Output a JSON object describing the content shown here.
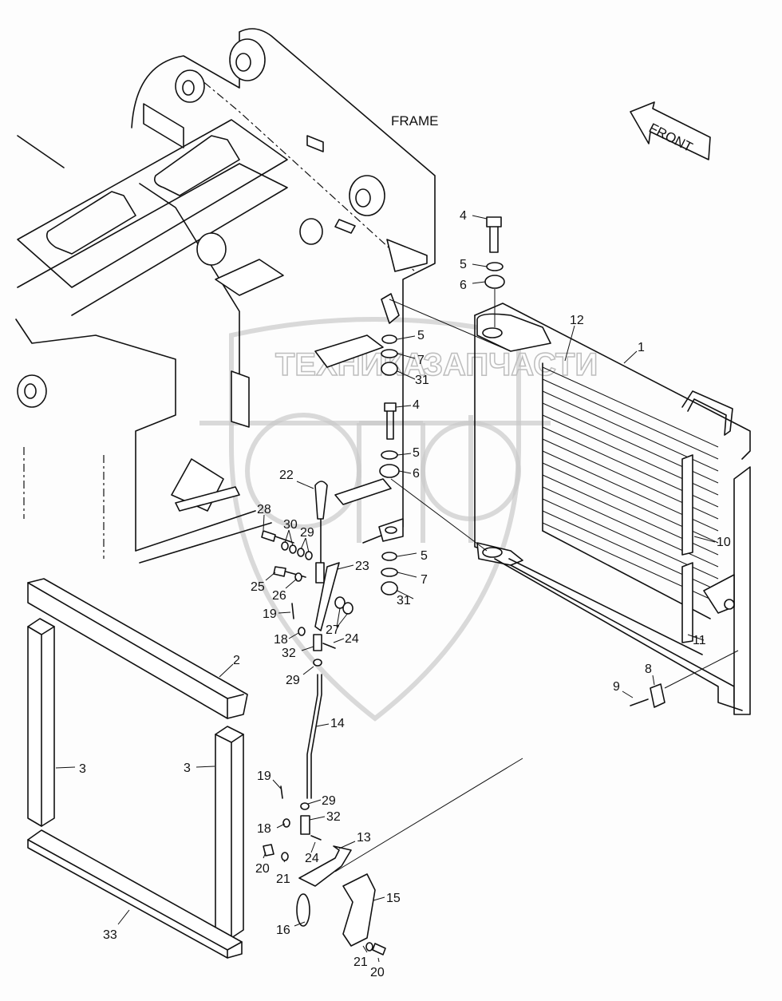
{
  "diagram": {
    "type": "exploded-parts-diagram",
    "labels": {
      "frame": "FRAME",
      "front": "FRONT"
    },
    "watermark": {
      "left_text": "ТЕХНИКА",
      "right_text": "ЗАПЧАСТИ",
      "logo_letters": "эпф"
    },
    "callouts": [
      {
        "id": "c4a",
        "number": "4"
      },
      {
        "id": "c5a",
        "number": "5"
      },
      {
        "id": "c6a",
        "number": "6"
      },
      {
        "id": "c12",
        "number": "12"
      },
      {
        "id": "c1",
        "number": "1"
      },
      {
        "id": "c5b",
        "number": "5"
      },
      {
        "id": "c7a",
        "number": "7"
      },
      {
        "id": "c31a",
        "number": "31"
      },
      {
        "id": "c4b",
        "number": "4"
      },
      {
        "id": "c5c",
        "number": "5"
      },
      {
        "id": "c6b",
        "number": "6"
      },
      {
        "id": "c22",
        "number": "22"
      },
      {
        "id": "c28",
        "number": "28"
      },
      {
        "id": "c30",
        "number": "30"
      },
      {
        "id": "c29a",
        "number": "29"
      },
      {
        "id": "c10",
        "number": "10"
      },
      {
        "id": "c5d",
        "number": "5"
      },
      {
        "id": "c23",
        "number": "23"
      },
      {
        "id": "c7b",
        "number": "7"
      },
      {
        "id": "c25",
        "number": "25"
      },
      {
        "id": "c26",
        "number": "26"
      },
      {
        "id": "c31b",
        "number": "31"
      },
      {
        "id": "c19a",
        "number": "19"
      },
      {
        "id": "c27",
        "number": "27"
      },
      {
        "id": "c18a",
        "number": "18"
      },
      {
        "id": "c24a",
        "number": "24"
      },
      {
        "id": "c11",
        "number": "11"
      },
      {
        "id": "c32a",
        "number": "32"
      },
      {
        "id": "c2",
        "number": "2"
      },
      {
        "id": "c8",
        "number": "8"
      },
      {
        "id": "c29b",
        "number": "29"
      },
      {
        "id": "c9",
        "number": "9"
      },
      {
        "id": "c14",
        "number": "14"
      },
      {
        "id": "c3a",
        "number": "3"
      },
      {
        "id": "c3b",
        "number": "3"
      },
      {
        "id": "c19b",
        "number": "19"
      },
      {
        "id": "c29c",
        "number": "29"
      },
      {
        "id": "c18b",
        "number": "18"
      },
      {
        "id": "c32b",
        "number": "32"
      },
      {
        "id": "c13",
        "number": "13"
      },
      {
        "id": "c24b",
        "number": "24"
      },
      {
        "id": "c20a",
        "number": "20"
      },
      {
        "id": "c21a",
        "number": "21"
      },
      {
        "id": "c15",
        "number": "15"
      },
      {
        "id": "c16",
        "number": "16"
      },
      {
        "id": "c33",
        "number": "33"
      },
      {
        "id": "c21b",
        "number": "21"
      },
      {
        "id": "c20b",
        "number": "20"
      }
    ]
  }
}
